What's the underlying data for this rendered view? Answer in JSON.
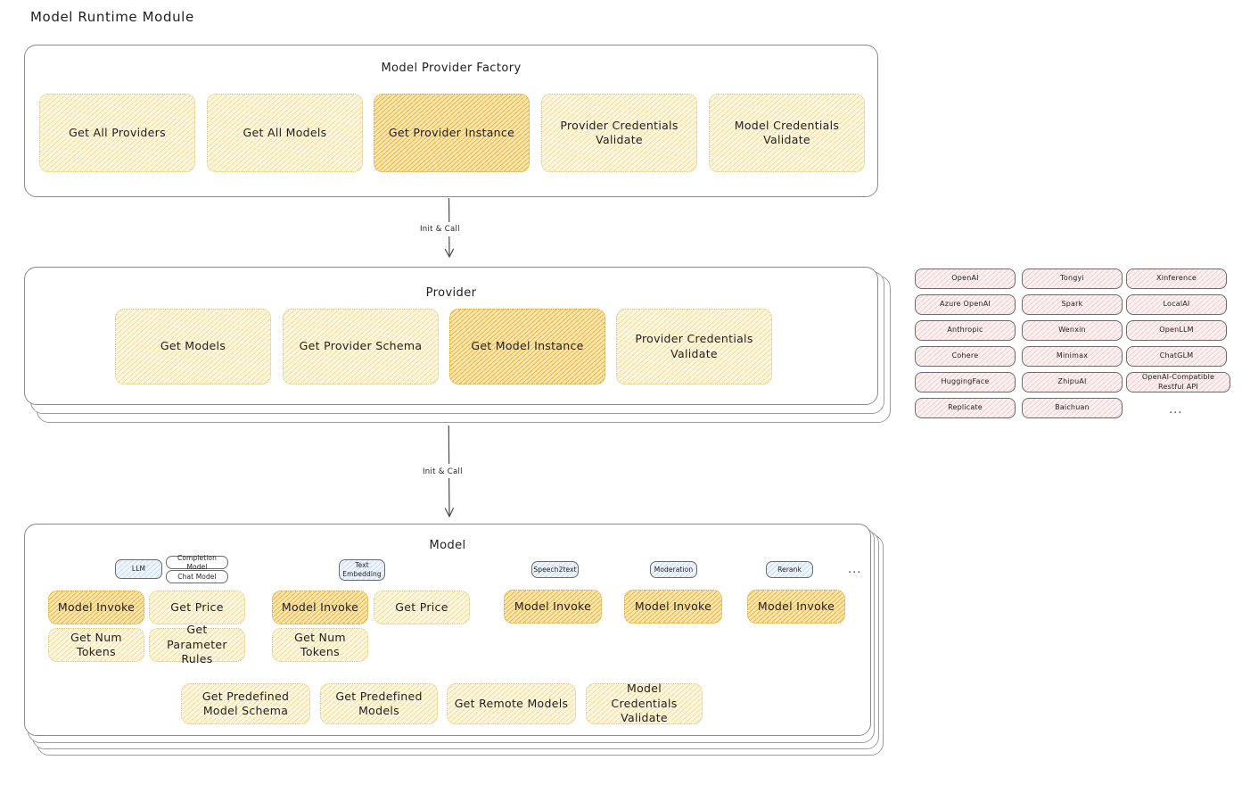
{
  "diagram": {
    "title": "Model Runtime Module",
    "colors": {
      "highlight_fill": "#fbe7b4",
      "node_fill": "#fdf6df",
      "provider_chip_fill": "#fdf0f0",
      "type_chip_fill": "#eef4fb",
      "stroke": "#1e1e1e"
    }
  },
  "factory": {
    "title": "Model Provider Factory",
    "nodes": [
      {
        "label": "Get All Providers",
        "highlighted": false
      },
      {
        "label": "Get All Models",
        "highlighted": false
      },
      {
        "label": "Get Provider Instance",
        "highlighted": true
      },
      {
        "label": "Provider Credentials Validate",
        "highlighted": false
      },
      {
        "label": "Model Credentials Validate",
        "highlighted": false
      }
    ]
  },
  "arrows": [
    {
      "label": "Init & Call",
      "from": "Model Provider Factory",
      "to": "Provider"
    },
    {
      "label": "Init & Call",
      "from": "Provider",
      "to": "Model"
    }
  ],
  "provider": {
    "title": "Provider",
    "nodes": [
      {
        "label": "Get Models",
        "highlighted": false
      },
      {
        "label": "Get Provider Schema",
        "highlighted": false
      },
      {
        "label": "Get Model Instance",
        "highlighted": true
      },
      {
        "label": "Provider Credentials Validate",
        "highlighted": false
      }
    ]
  },
  "provider_list": {
    "columns": [
      {
        "items": [
          "OpenAI",
          "Azure OpenAI",
          "Anthropic",
          "Cohere",
          "HuggingFace",
          "Replicate"
        ]
      },
      {
        "items": [
          "Tongyi",
          "Spark",
          "Wenxin",
          "Minimax",
          "ZhipuAI",
          "Baichuan"
        ]
      },
      {
        "items": [
          "Xinference",
          "LocalAI",
          "OpenLLM",
          "ChatGLM",
          "OpenAI-Compatible Restful API"
        ]
      }
    ],
    "more_indicator": "..."
  },
  "model": {
    "title": "Model",
    "more_indicator": "...",
    "types": [
      {
        "name": "LLM",
        "sub_labels": [
          "Completion Model",
          "Chat Model"
        ],
        "nodes": [
          {
            "label": "Model Invoke",
            "highlighted": true
          },
          {
            "label": "Get Price",
            "highlighted": false
          },
          {
            "label": "Get Num Tokens",
            "highlighted": false
          },
          {
            "label": "Get Parameter Rules",
            "highlighted": false
          }
        ]
      },
      {
        "name": "Text Embedding",
        "sub_labels": [],
        "nodes": [
          {
            "label": "Model Invoke",
            "highlighted": true
          },
          {
            "label": "Get Price",
            "highlighted": false
          },
          {
            "label": "Get Num Tokens",
            "highlighted": false
          }
        ]
      },
      {
        "name": "Speech2text",
        "sub_labels": [],
        "nodes": [
          {
            "label": "Model Invoke",
            "highlighted": true
          }
        ]
      },
      {
        "name": "Moderation",
        "sub_labels": [],
        "nodes": [
          {
            "label": "Model Invoke",
            "highlighted": true
          }
        ]
      },
      {
        "name": "Rerank",
        "sub_labels": [],
        "nodes": [
          {
            "label": "Model Invoke",
            "highlighted": true
          }
        ]
      }
    ],
    "shared_nodes": [
      {
        "label": "Get Predefined Model Schema"
      },
      {
        "label": "Get Predefined Models"
      },
      {
        "label": "Get Remote Models"
      },
      {
        "label": "Model Credentials Validate"
      }
    ]
  }
}
